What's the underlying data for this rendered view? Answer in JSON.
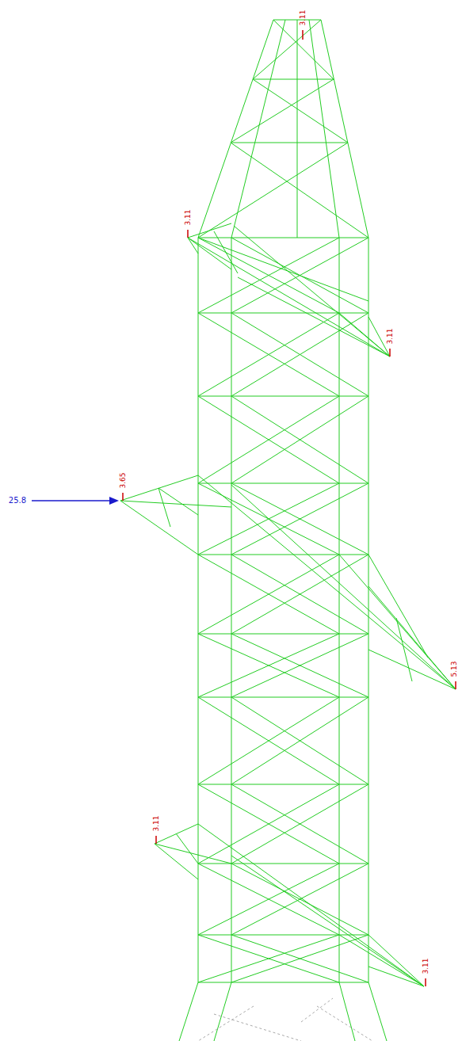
{
  "diagram": {
    "labels": [
      "3.11",
      "3.11",
      "3.11",
      "25.8",
      "3.65",
      "5.13",
      "3.11",
      "3.11"
    ]
  }
}
